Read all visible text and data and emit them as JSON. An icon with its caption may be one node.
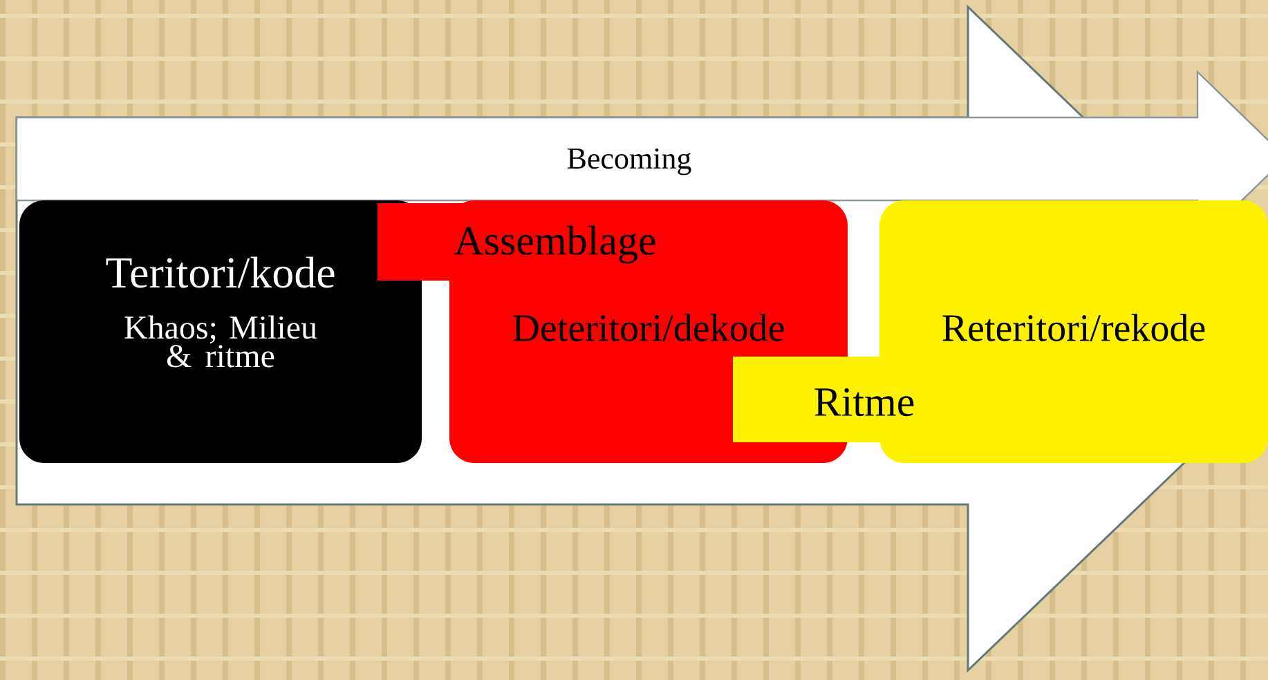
{
  "diagram": {
    "nodes": [
      {
        "text": [
          "Becoming"
        ]
      },
      {
        "text": [
          "Teritori/kode",
          "Khaos; Milieu & ritme"
        ]
      },
      {
        "text": [
          "Assemblage"
        ]
      },
      {
        "text": [
          "Deteritori/dekode"
        ]
      },
      {
        "text": [
          "Ritme"
        ]
      },
      {
        "text": [
          "Reteritori/rekode"
        ]
      }
    ]
  }
}
